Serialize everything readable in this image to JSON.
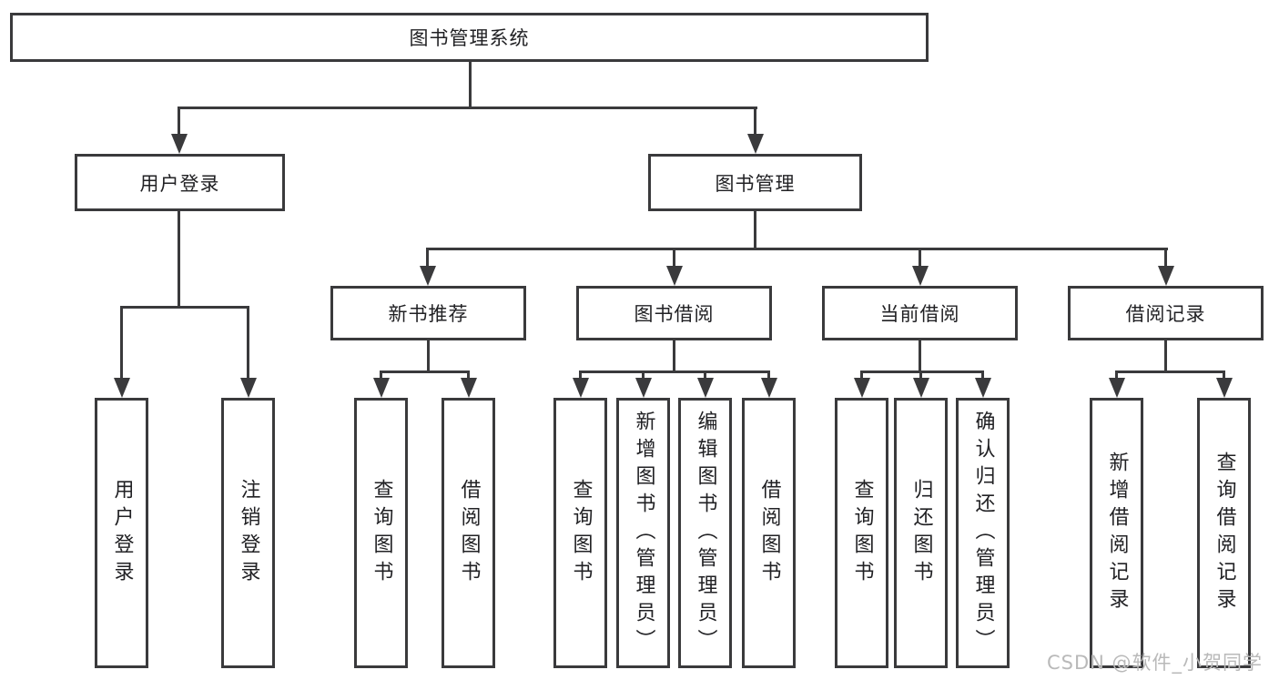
{
  "diagram_title": "图书管理系统",
  "colors": {
    "line": "#3a3a3c",
    "text": "#212124",
    "background": "#ffffff",
    "watermark": "#b9b9b9"
  },
  "watermark": {
    "text": "CSDN @软件_小贺同学"
  },
  "tree": {
    "root": {
      "label": "图书管理系统"
    },
    "branches": [
      {
        "label": "用户登录",
        "children": [
          {
            "label": "用户登录"
          },
          {
            "label": "注销登录"
          }
        ]
      },
      {
        "label": "图书管理",
        "children": [
          {
            "label": "新书推荐",
            "children": [
              {
                "label": "查询图书"
              },
              {
                "label": "借阅图书"
              }
            ]
          },
          {
            "label": "图书借阅",
            "children": [
              {
                "label": "查询图书"
              },
              {
                "label": "新增图书（管理员）"
              },
              {
                "label": "编辑图书（管理员）"
              },
              {
                "label": "借阅图书"
              }
            ]
          },
          {
            "label": "当前借阅",
            "children": [
              {
                "label": "查询图书"
              },
              {
                "label": "归还图书"
              },
              {
                "label": "确认归还（管理员）"
              }
            ]
          },
          {
            "label": "借阅记录",
            "children": [
              {
                "label": "新增借阅记录"
              },
              {
                "label": "查询借阅记录"
              }
            ]
          }
        ]
      }
    ]
  }
}
